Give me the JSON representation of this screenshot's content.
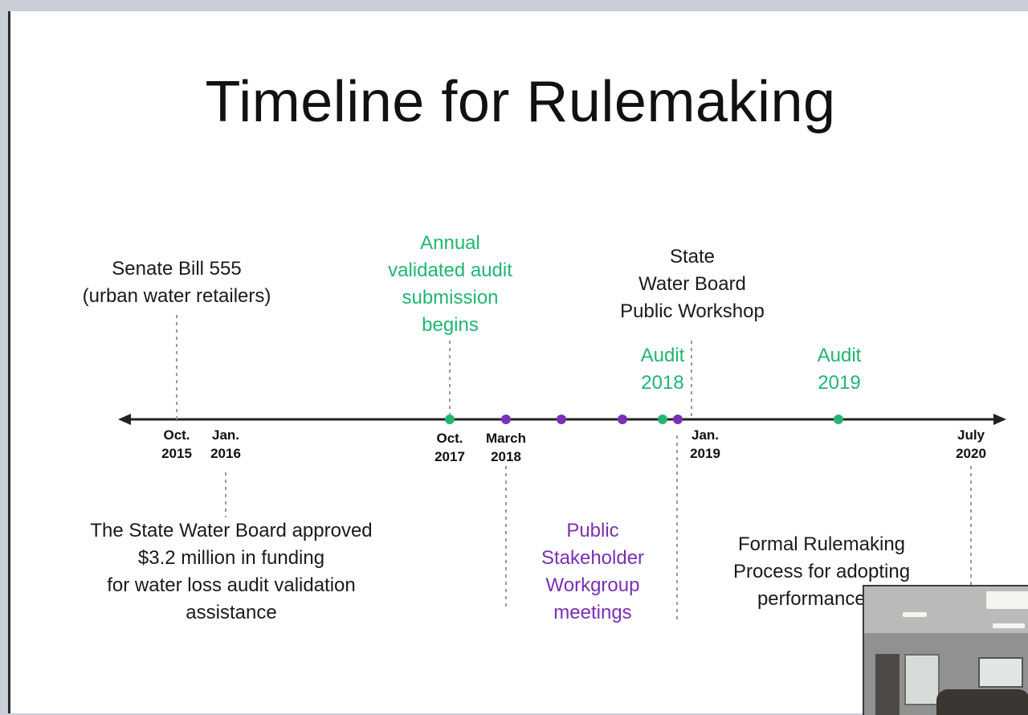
{
  "title": "Timeline for Rulemaking",
  "colors": {
    "black": "#1a1a1a",
    "green": "#22b573",
    "purple": "#7b2fb5",
    "axis": "#222222"
  },
  "events_above": {
    "sb555": "Senate Bill 555\n(urban water retailers)",
    "annual_audit": "Annual\nvalidated audit\nsubmission\nbegins",
    "workshop": "State\nWater Board\nPublic Workshop",
    "audit2018": "Audit\n2018",
    "audit2019": "Audit\n2019"
  },
  "dates": {
    "oct2015": "Oct.\n2015",
    "jan2016": "Jan.\n2016",
    "oct2017": "Oct.\n2017",
    "mar2018": "March\n2018",
    "jan2019": "Jan.\n2019",
    "jul2020": "July\n2020"
  },
  "events_below": {
    "funding": "The State Water Board approved\n$3.2 million in funding\nfor water loss audit validation\nassistance",
    "stakeholder": "Public\nStakeholder\nWorkgroup\nmeetings",
    "formal": "Formal Rulemaking\nProcess for adopting\nperformance st"
  }
}
